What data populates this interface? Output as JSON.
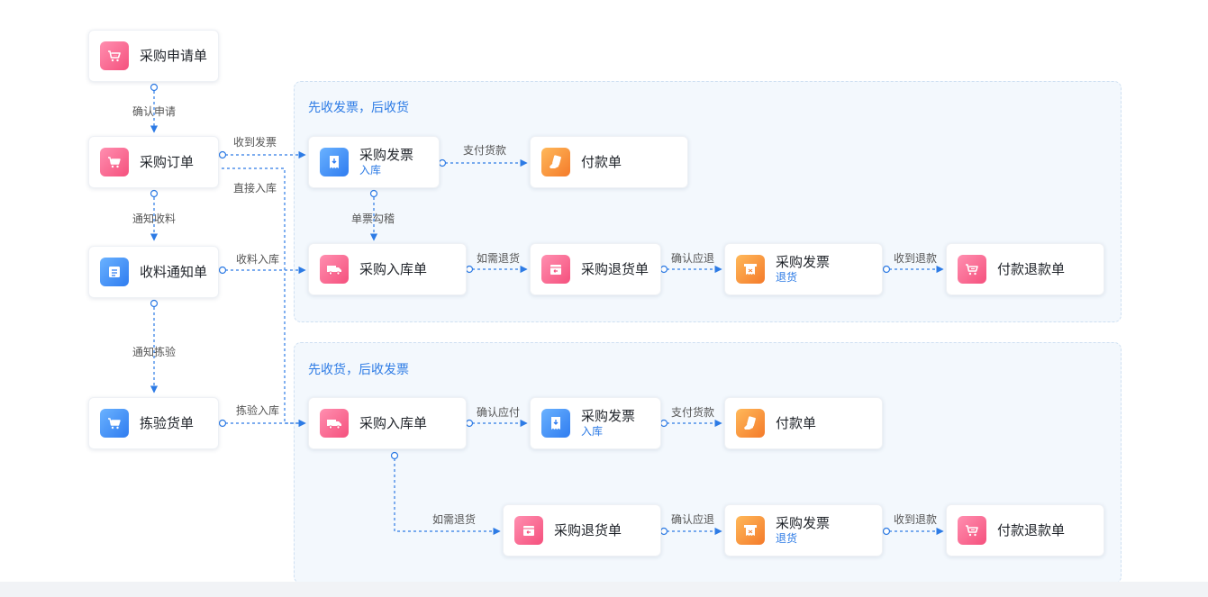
{
  "panels": {
    "top_title": "先收发票，后收货",
    "bottom_title": "先收货，后收发票"
  },
  "nodes": {
    "purchase_request": "采购申请单",
    "purchase_order": "采购订单",
    "receipt_notice": "收料通知单",
    "inspection_slip": "拣验货单",
    "top_invoice_in": {
      "title": "采购发票",
      "sub": "入库"
    },
    "top_payment": "付款单",
    "top_stock_in": "采购入库单",
    "top_return": "采购退货单",
    "top_invoice_return": {
      "title": "采购发票",
      "sub": "退货"
    },
    "top_refund": "付款退款单",
    "bot_stock_in": "采购入库单",
    "bot_invoice_in": {
      "title": "采购发票",
      "sub": "入库"
    },
    "bot_payment": "付款单",
    "bot_return": "采购退货单",
    "bot_invoice_return": {
      "title": "采购发票",
      "sub": "退货"
    },
    "bot_refund": "付款退款单"
  },
  "edges": {
    "confirm_request": "确认申请",
    "invoice_received": "收到发票",
    "direct_stock_in": "直接入库",
    "notify_receipt": "通知收料",
    "receipt_stock_in": "收料入库",
    "notify_inspection": "通知拣验",
    "inspection_stock_in": "拣验入库",
    "top_pay_goods": "支付货款",
    "bill_match": "单票勾稽",
    "top_if_return": "如需退货",
    "top_confirm_refund_due": "确认应退",
    "top_refund_received": "收到退款",
    "bot_confirm_payable": "确认应付",
    "bot_pay_goods": "支付货款",
    "bot_if_return": "如需退货",
    "bot_confirm_refund_due": "确认应退",
    "bot_refund_received": "收到退款"
  },
  "colors": {
    "accent": "#2d7be5",
    "pink": "#f5507d",
    "blue": "#2f7cf0",
    "orange": "#f47a2a"
  }
}
